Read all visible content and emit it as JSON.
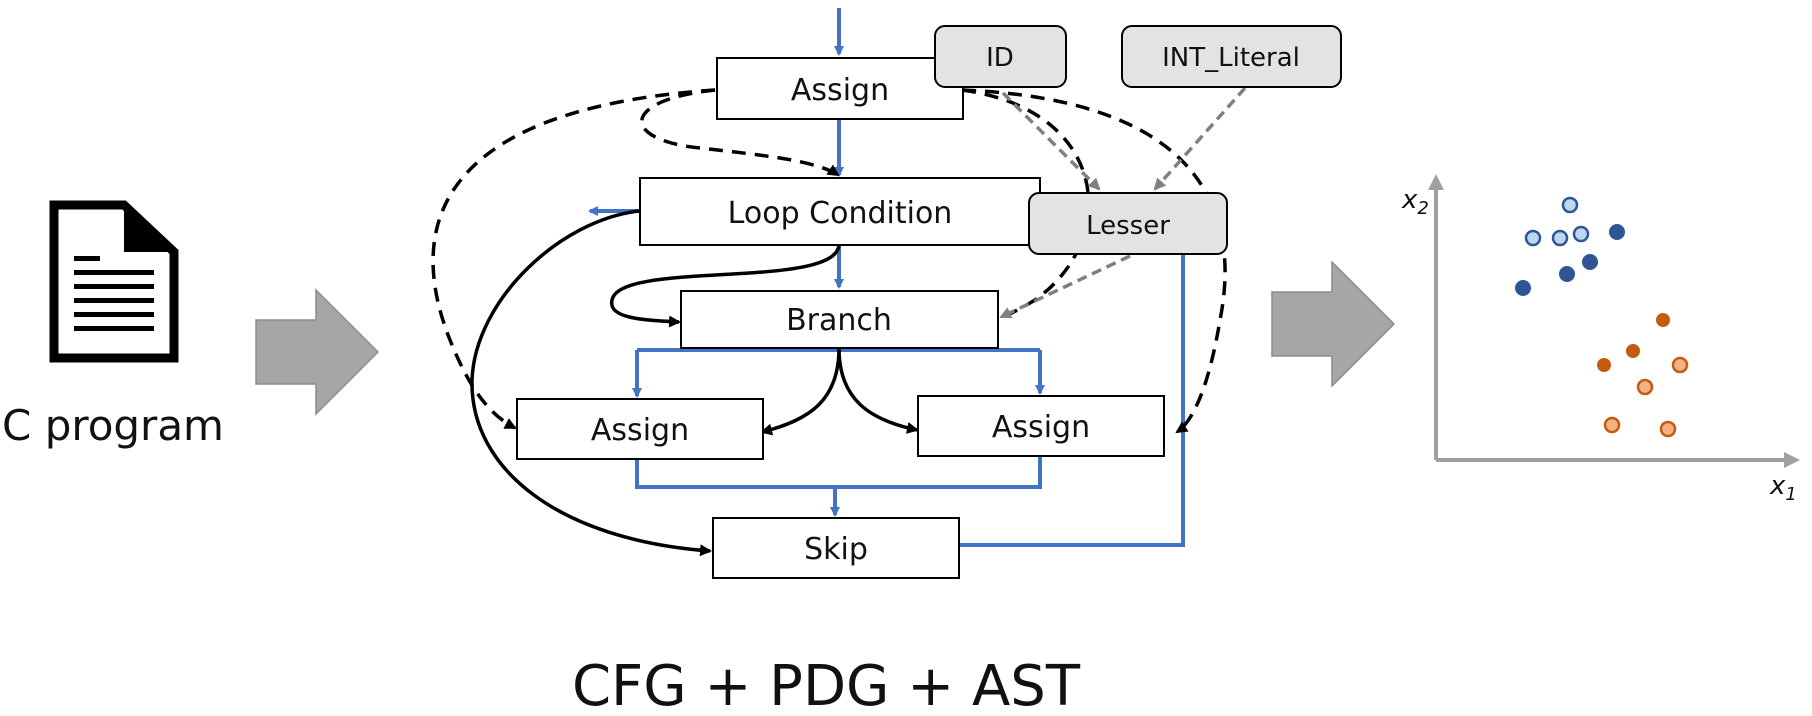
{
  "input": {
    "label": "C program",
    "icon": "document-icon"
  },
  "graph": {
    "nodes": {
      "assign_top": "Assign",
      "loop_condition": "Loop Condition",
      "branch": "Branch",
      "assign_left": "Assign",
      "assign_right": "Assign",
      "skip": "Skip"
    },
    "ast_nodes": {
      "id": "ID",
      "int_literal": "INT_Literal",
      "lesser": "Lesser"
    }
  },
  "caption": "CFG + PDG + AST",
  "embedding": {
    "x_axis_label": "x",
    "x_axis_subscript": "1",
    "y_axis_label": "x",
    "y_axis_subscript": "2"
  },
  "colors": {
    "cfg_edge": "#4472c4",
    "pdg_edge": "#000000",
    "ast_edge": "#808080",
    "ast_node_fill": "#e3e3e3",
    "arrow_fill": "#a6a6a6",
    "cluster_blue_dark": "#2f5597",
    "cluster_blue_light": "#bdd7ee",
    "cluster_orange_dark": "#c55a11",
    "cluster_orange_light": "#f4b183"
  }
}
